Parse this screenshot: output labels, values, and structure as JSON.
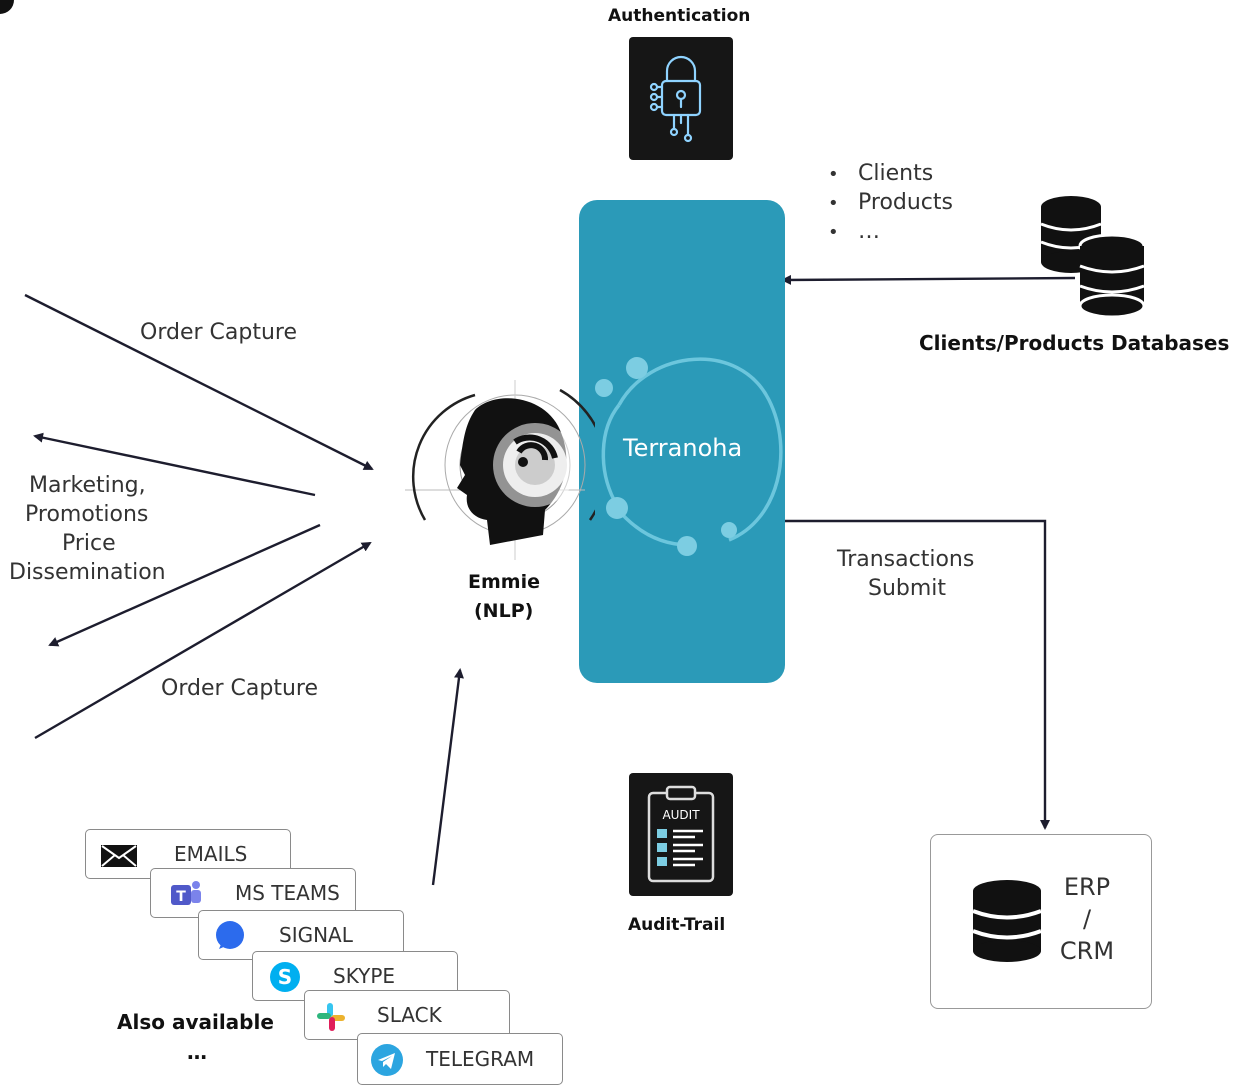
{
  "authentication": {
    "label": "Authentication"
  },
  "audit": {
    "label": "Audit-Trail",
    "clipboard_text": "AUDIT"
  },
  "databases": {
    "label": "Clients/Products Databases",
    "items": [
      "Clients",
      "Products",
      "…"
    ]
  },
  "emmie": {
    "line1": "Emmie",
    "line2": "(NLP)"
  },
  "terranoha": {
    "label": "Terranoha",
    "color": "#2b9ab8"
  },
  "flows": {
    "order_capture_top": "Order Capture",
    "marketing": [
      "Marketing,",
      "Promotions",
      "Price",
      "Dissemination"
    ],
    "order_capture_bottom": "Order Capture",
    "transactions": [
      "Transactions",
      "Submit"
    ]
  },
  "erp": {
    "line1": "ERP",
    "line2": "/",
    "line3": "CRM"
  },
  "channels": [
    {
      "label": "EMAILS",
      "icon": "envelope-icon"
    },
    {
      "label": "MS TEAMS",
      "icon": "teams-icon"
    },
    {
      "label": "SIGNAL",
      "icon": "signal-icon"
    },
    {
      "label": "SKYPE",
      "icon": "skype-icon"
    },
    {
      "label": "SLACK",
      "icon": "slack-icon"
    },
    {
      "label": "TELEGRAM",
      "icon": "telegram-icon"
    }
  ],
  "also_available": {
    "label": "Also available",
    "ellipsis": "…"
  }
}
